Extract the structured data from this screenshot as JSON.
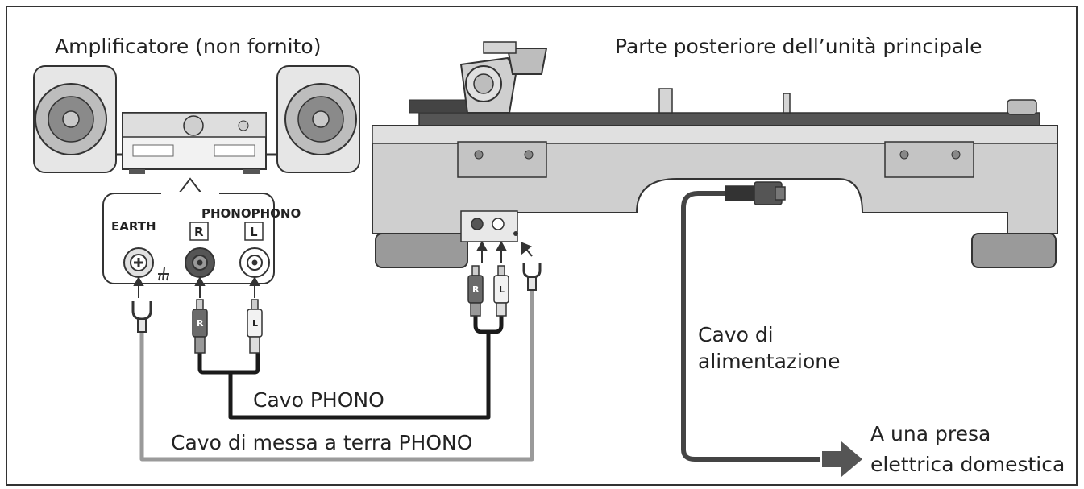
{
  "labels": {
    "amplifier": "Amplificatore (non fornito)",
    "rear_unit": "Parte posteriore dell’unità principale",
    "power_cable_line1": "Cavo di",
    "power_cable_line2": "alimentazione",
    "outlet_line1": "A una presa",
    "outlet_line2": "elettrica domestica",
    "phono_cable": "Cavo PHONO",
    "earth_cable": "Cavo di messa a terra PHONO"
  },
  "amp_panel": {
    "earth": "EARTH",
    "phono": "PHONOPHONO",
    "right": "R",
    "left": "L",
    "plug_right": "R",
    "plug_left": "L"
  },
  "turntable_panel": {
    "plug_right": "R",
    "plug_left": "L"
  },
  "colors": {
    "phono_cable": "#1a1a1a",
    "earth_cable": "#9a9a9a",
    "power_cable": "#444444",
    "turntable_body": "#cfcfcf",
    "platter": "#555555",
    "arrow": "#555555"
  }
}
